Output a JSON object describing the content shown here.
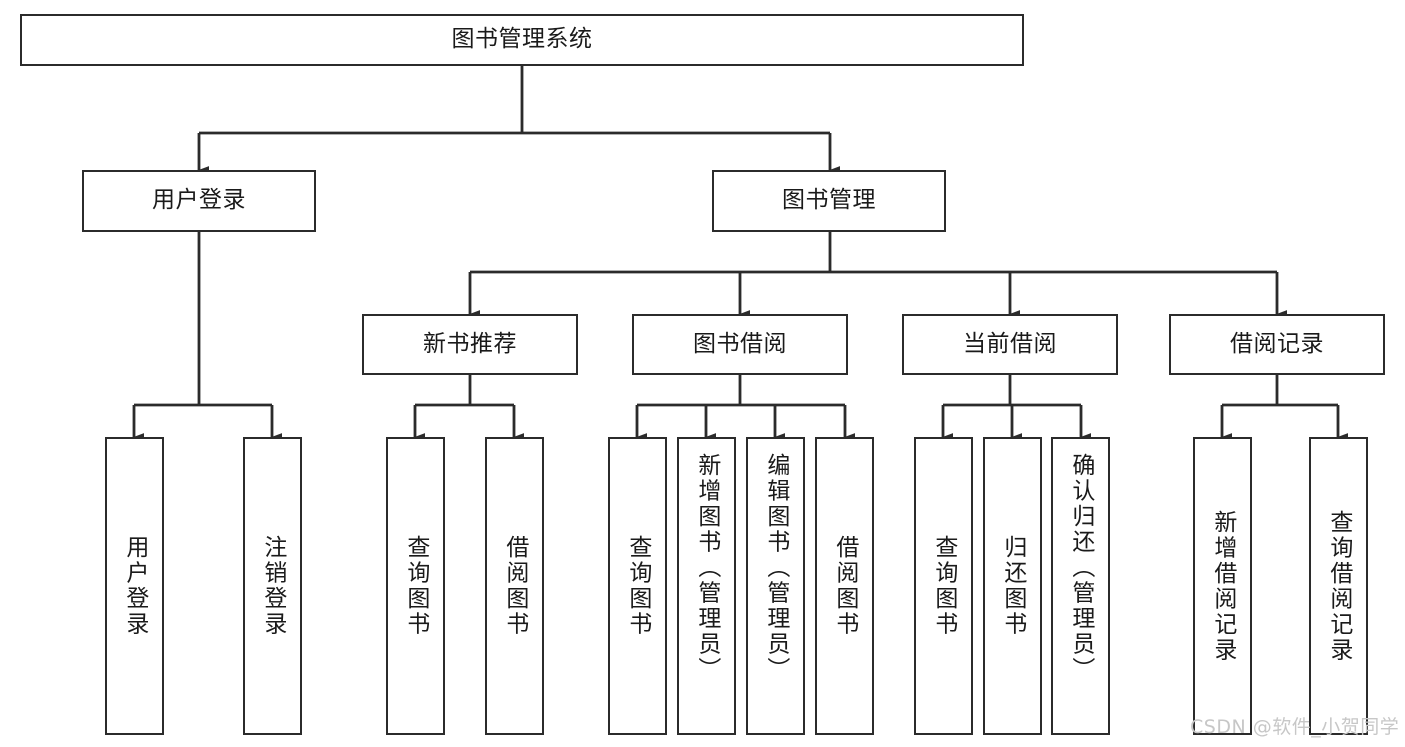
{
  "diagram": {
    "title": "图书管理系统",
    "type": "tree-diagram",
    "root": {
      "label": "图书管理系统"
    },
    "level1": [
      {
        "label": "用户登录"
      },
      {
        "label": "图书管理"
      }
    ],
    "level2": [
      {
        "label": "新书推荐"
      },
      {
        "label": "图书借阅"
      },
      {
        "label": "当前借阅"
      },
      {
        "label": "借阅记录"
      }
    ],
    "leaves": {
      "user_login": [
        {
          "label": "用户登录"
        },
        {
          "label": "注销登录"
        }
      ],
      "new_book_recommend": [
        {
          "label": "查询图书"
        },
        {
          "label": "借阅图书"
        }
      ],
      "book_borrow": [
        {
          "label": "查询图书"
        },
        {
          "label": "新增图书（管理员）"
        },
        {
          "label": "编辑图书（管理员）"
        },
        {
          "label": "借阅图书"
        }
      ],
      "current_borrow": [
        {
          "label": "查询图书"
        },
        {
          "label": "归还图书"
        },
        {
          "label": "确认归还（管理员）"
        }
      ],
      "borrow_record": [
        {
          "label": "新增借阅记录"
        },
        {
          "label": "查询借阅记录"
        }
      ]
    }
  },
  "watermark": {
    "text": "CSDN @软件_小贺同学"
  },
  "colors": {
    "stroke": "#2b2b2b",
    "fill": "#ffffff",
    "text": "#1a1a1a",
    "watermark": "#c7c7c7"
  }
}
